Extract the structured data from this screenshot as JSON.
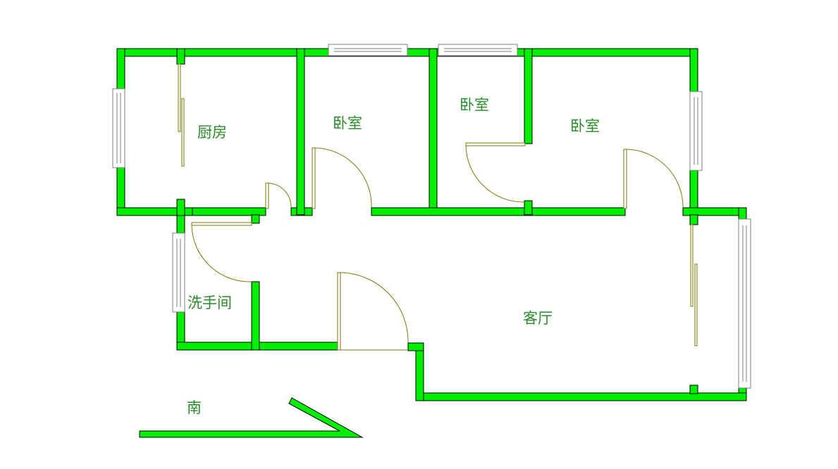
{
  "rooms": {
    "kitchen": "厨房",
    "bedroom_center": "卧室",
    "bedroom_small": "卧室",
    "bedroom_right": "卧室",
    "bathroom": "洗手间",
    "living_room": "客厅"
  },
  "compass": {
    "label": "南"
  },
  "colors": {
    "wall": "#00ee00",
    "wall_outline": "#000000",
    "door": "#7a7a10",
    "window_frame": "#7f7f7f",
    "label": "#2a8a2a"
  }
}
